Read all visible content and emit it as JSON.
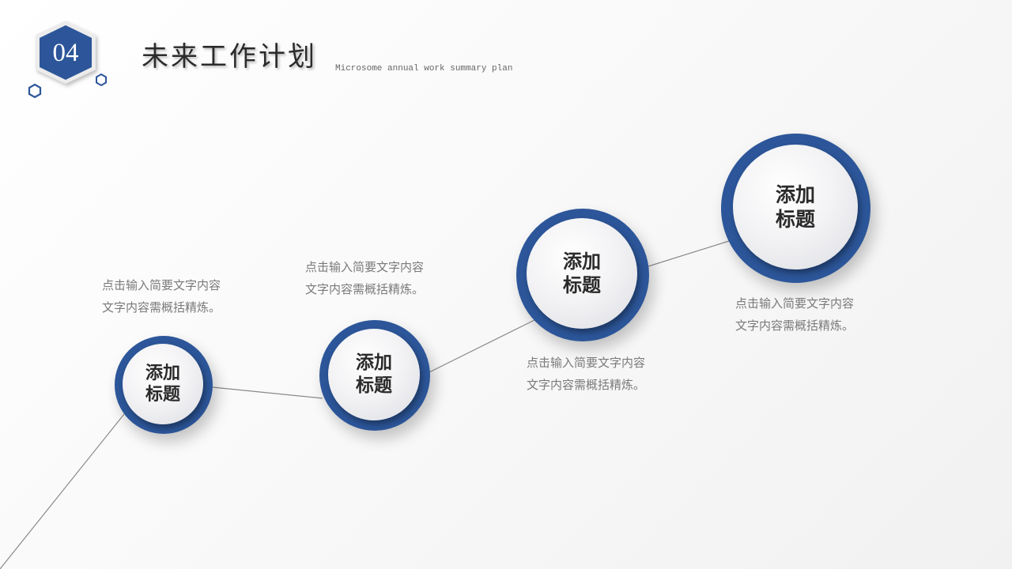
{
  "header": {
    "section_number": "04",
    "title": "未来工作计划",
    "subtitle": "Microsome annual work summary plan"
  },
  "colors": {
    "accent": "#2c5699",
    "background_start": "#ffffff",
    "background_end": "#f1f1f1",
    "line": "#8a8a8a",
    "title_text": "#2b2b2b",
    "body_text": "#7a7a7a"
  },
  "nodes": [
    {
      "label": "添加\n标题",
      "description": "点击输入简要文字内容\n文字内容需概括精炼。"
    },
    {
      "label": "添加\n标题",
      "description": "点击输入简要文字内容\n文字内容需概括精炼。"
    },
    {
      "label": "添加\n标题",
      "description": "点击输入简要文字内容\n文字内容需概括精炼。"
    },
    {
      "label": "添加\n标题",
      "description": "点击输入简要文字内容\n文字内容需概括精炼。"
    }
  ]
}
